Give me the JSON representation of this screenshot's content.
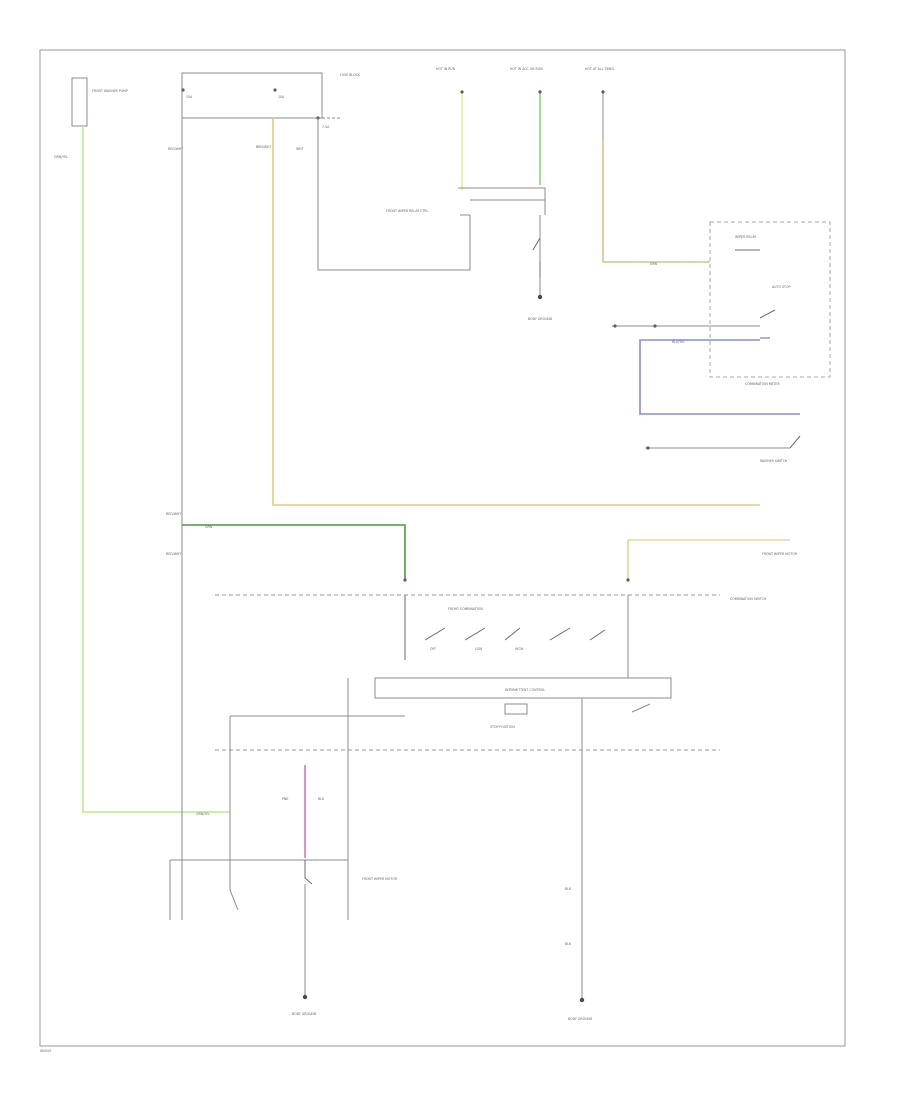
{
  "diagram": {
    "footer_code": "W0000",
    "colors": {
      "wire": "#8c8c8c",
      "yellow": "#e8ec9a",
      "green_light": "#b9ec8e",
      "green_mid": "#8ed67a",
      "green_dark": "#4a9a3a",
      "orange": "#e8c680",
      "tan": "#d6c48a",
      "blue": "#8a8ae8",
      "magenta": "#c878c8"
    },
    "labels": {
      "fuse_block": "FUSE BLOCK",
      "fuse_a": "15A",
      "fuse_b": "10A",
      "fuse_c": "7.5A",
      "hot_run": "HOT IN RUN",
      "hot_acc": "HOT IN ACC OR RUN",
      "hot_all": "HOT AT ALL TIMES",
      "relay_ctrl": "FRONT WIPER RELAY CTRL",
      "wiper_relay": "WIPER RELAY",
      "combination_meter": "COMBINATION METER",
      "intermittent": "INTERMITTENT CONTROL",
      "combination_switch": "COMBINATION SWITCH",
      "front_combination": "FRONT COMBINATION",
      "front_washer_pump": "FRONT WASHER PUMP",
      "front_wiper_motor": "FRONT WIPER MOTOR",
      "body_ground": "BODY GROUND",
      "front_wiper_low": "LOW",
      "front_wiper_high": "HIGH",
      "front_wiper_off": "OFF",
      "auto_stop": "AUTO STOP",
      "washer_switch": "WASHER SWITCH",
      "stop_position": "STOP POSITION",
      "wire_grn_yel": "GRN/YEL",
      "wire_grn": "GRN",
      "wire_blk": "BLK",
      "wire_brn": "BRN/WHT",
      "wire_blu": "BLU/YEL",
      "wire_pnk": "PNK",
      "wire_wht": "WHT",
      "wire_red": "RED/WHT"
    }
  }
}
